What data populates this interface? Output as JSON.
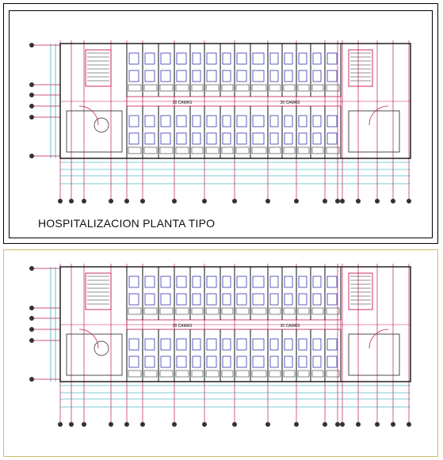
{
  "drawing": {
    "caption": "HOSPITALIZACION PLANTA TIPO",
    "room_labels": [
      "29 CAMAS",
      "30 CAMAS"
    ],
    "colors": {
      "wall": "#111111",
      "grid_axis": "#c2185b",
      "dimension": "#0097a7",
      "furniture": "#1a1aa6",
      "frame_top": "#000000",
      "frame_bottom": "#c9c06a"
    }
  }
}
